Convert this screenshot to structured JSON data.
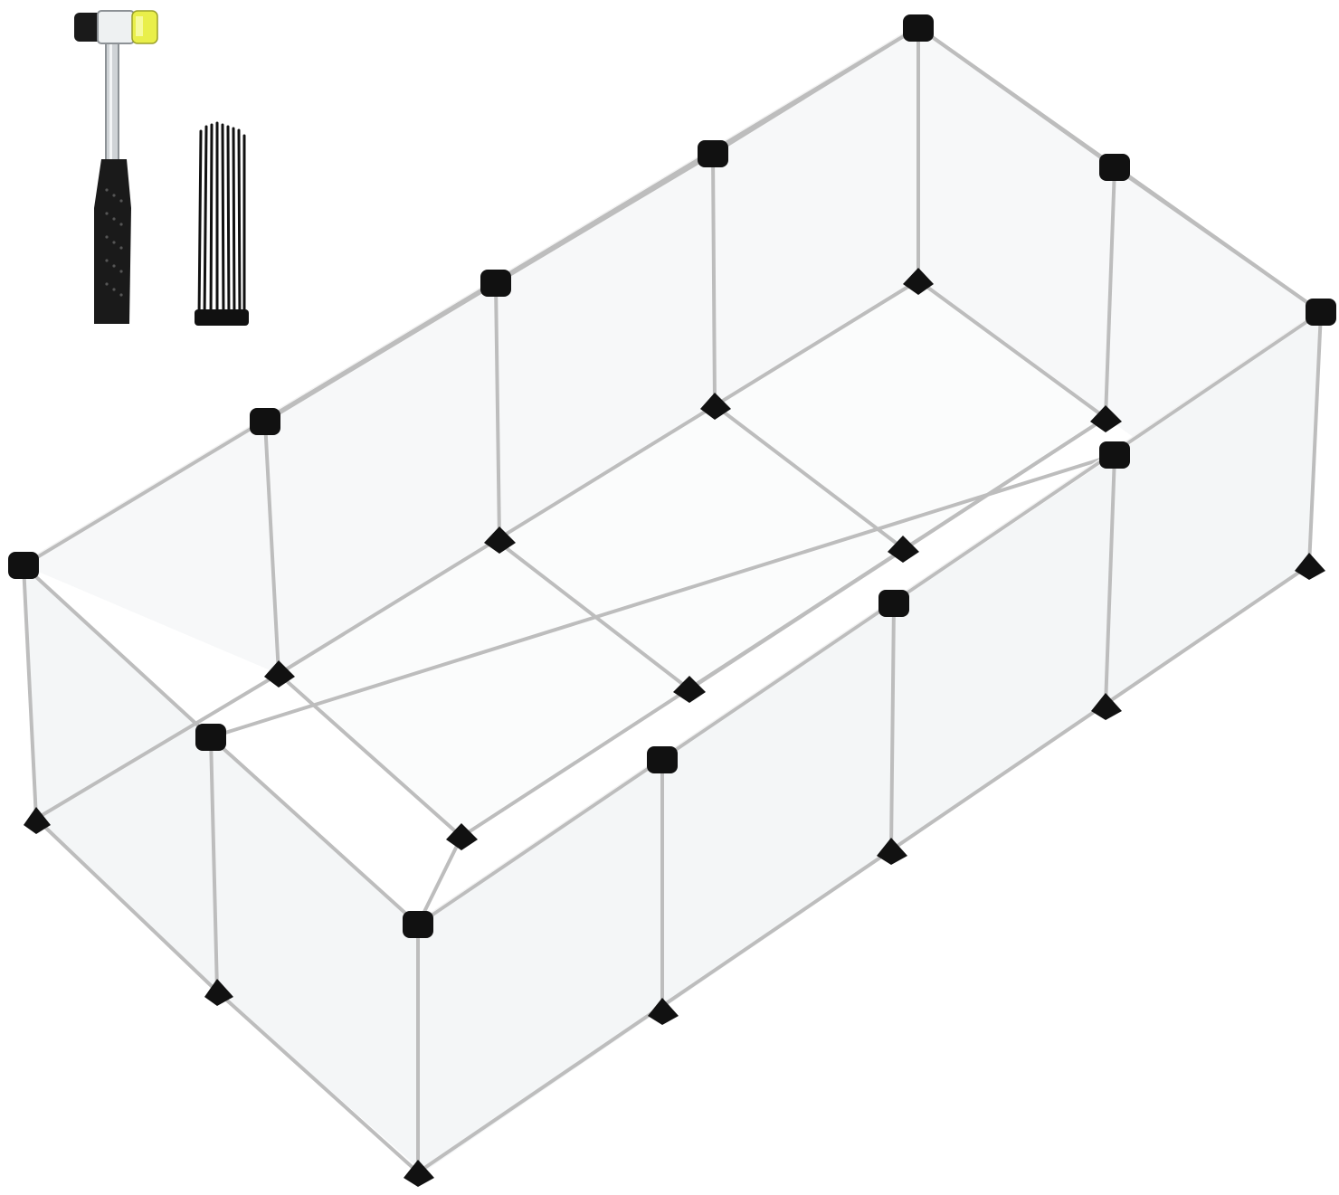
{
  "image": {
    "subject": "product-photo",
    "background_color": "#ffffff",
    "panel_color": "#f4f6f7",
    "rod_color": "#bdbdbd",
    "connector_color": "#111111",
    "hammer_head_accent": "#e9ef4a"
  },
  "accessories": {
    "items": [
      "rubber-mallet",
      "cable-tie-bundle"
    ]
  },
  "enclosure": {
    "panels_long_side": 4,
    "panels_short_side": 2,
    "rows": 1
  }
}
